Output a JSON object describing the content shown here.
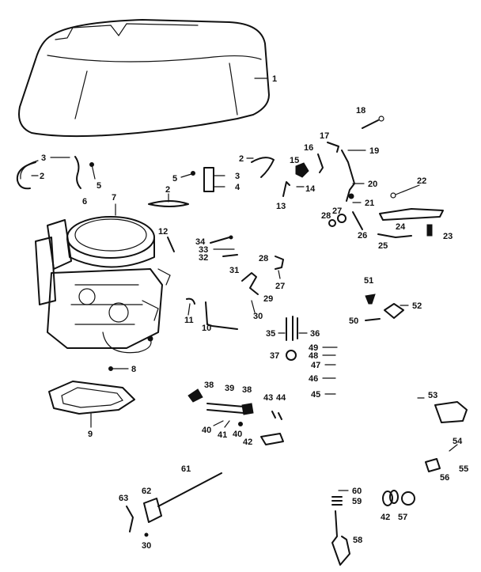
{
  "diagram": {
    "part_numbers": [
      "1",
      "2",
      "3",
      "4",
      "5",
      "6",
      "7",
      "8",
      "9",
      "10",
      "11",
      "12",
      "13",
      "14",
      "15",
      "16",
      "17",
      "18",
      "19",
      "20",
      "21",
      "22",
      "23",
      "24",
      "25",
      "26",
      "27",
      "28",
      "29",
      "30",
      "31",
      "32",
      "33",
      "34",
      "35",
      "36",
      "37",
      "38",
      "39",
      "40",
      "41",
      "42",
      "43",
      "44",
      "45",
      "46",
      "47",
      "48",
      "49",
      "50",
      "51",
      "52",
      "53",
      "54",
      "55",
      "56",
      "57",
      "58",
      "59",
      "60",
      "61",
      "62",
      "63"
    ],
    "labels": {
      "cover": "1",
      "clip_left_a": "2",
      "clip_left_b": "3",
      "bracket_3": "3",
      "bracket_4": "4",
      "screw_5a": "5",
      "screw_5b": "5",
      "clip_center": "2",
      "clip_right": "2",
      "part_6": "6",
      "carburetor": "7",
      "part_8": "8",
      "gasket": "9",
      "part_10": "10",
      "part_11": "11",
      "part_12": "12",
      "part_13": "13",
      "part_14": "14",
      "part_15": "15",
      "part_16": "16",
      "part_17": "17",
      "part_18": "18",
      "part_19": "19",
      "part_20": "20",
      "part_21": "21",
      "part_22": "22",
      "part_23": "23",
      "part_24": "24",
      "part_25": "25",
      "part_26": "26",
      "part_27a": "27",
      "part_27b": "27",
      "part_28a": "28",
      "part_28b": "28",
      "part_29": "29",
      "part_30a": "30",
      "part_30b": "30",
      "part_31": "31",
      "part_32": "32",
      "part_33": "33",
      "part_34": "34",
      "part_35": "35",
      "part_36": "36",
      "part_37": "37",
      "part_38a": "38",
      "part_38b": "38",
      "part_39": "39",
      "part_40a": "40",
      "part_40b": "40",
      "part_41": "41",
      "part_42a": "42",
      "part_42b": "42",
      "part_43": "43",
      "part_44": "44",
      "part_45": "45",
      "part_46": "46",
      "part_47": "47",
      "part_48": "48",
      "part_49": "49",
      "part_50": "50",
      "part_51": "51",
      "part_52": "52",
      "part_53": "53",
      "part_54": "54",
      "part_55": "55",
      "part_56": "56",
      "part_57": "57",
      "part_58": "58",
      "part_59": "59",
      "part_60": "60",
      "part_61": "61",
      "part_62": "62",
      "part_63": "63"
    }
  }
}
